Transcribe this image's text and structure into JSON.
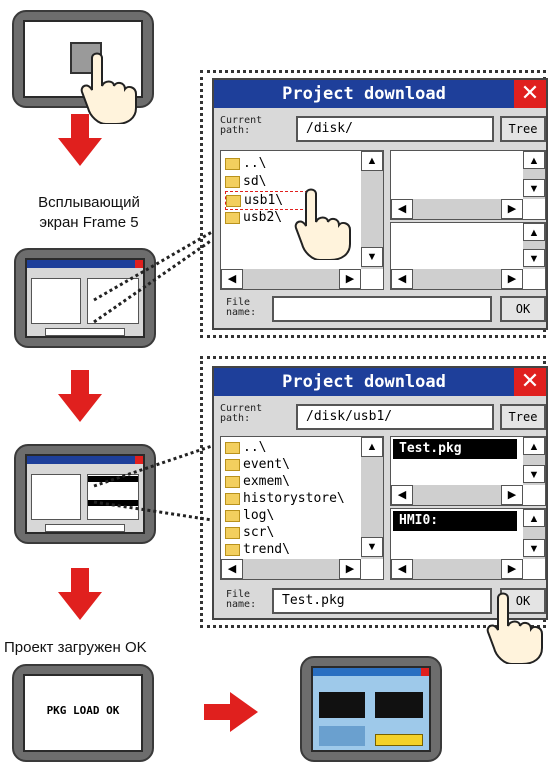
{
  "captions": {
    "popup": "Всплывающий\nэкран Frame 5",
    "loaded": "Проект загружен OK"
  },
  "dialog1": {
    "title": "Project download",
    "close": "✕",
    "current_path_label": "Current\npath:",
    "current_path": "/disk/",
    "tree_button": "Tree",
    "items": [
      "..\\",
      "sd\\",
      "usb1\\",
      "usb2\\"
    ],
    "file_name_label": "File\nname:",
    "file_name": "",
    "ok_button": "OK"
  },
  "dialog2": {
    "title": "Project download",
    "close": "✕",
    "current_path_label": "Current\npath:",
    "current_path": "/disk/usb1/",
    "tree_button": "Tree",
    "items": [
      "..\\",
      "event\\",
      "exmem\\",
      "historystore\\",
      "log\\",
      "scr\\",
      "trend\\"
    ],
    "file_list": "Test.pkg",
    "device_list": "HMI0:",
    "file_name_label": "File\nname:",
    "file_name": "Test.pkg",
    "ok_button": "OK"
  },
  "screens": {
    "pkg_load": "PKG LOAD OK"
  },
  "icons": {
    "arrow_down": "red-arrow-down",
    "arrow_right": "red-arrow-right",
    "hand": "pointing-hand"
  },
  "colors": {
    "title_bar": "#1e3f9a",
    "close_button": "#e0201e",
    "arrow": "#e0201e"
  }
}
